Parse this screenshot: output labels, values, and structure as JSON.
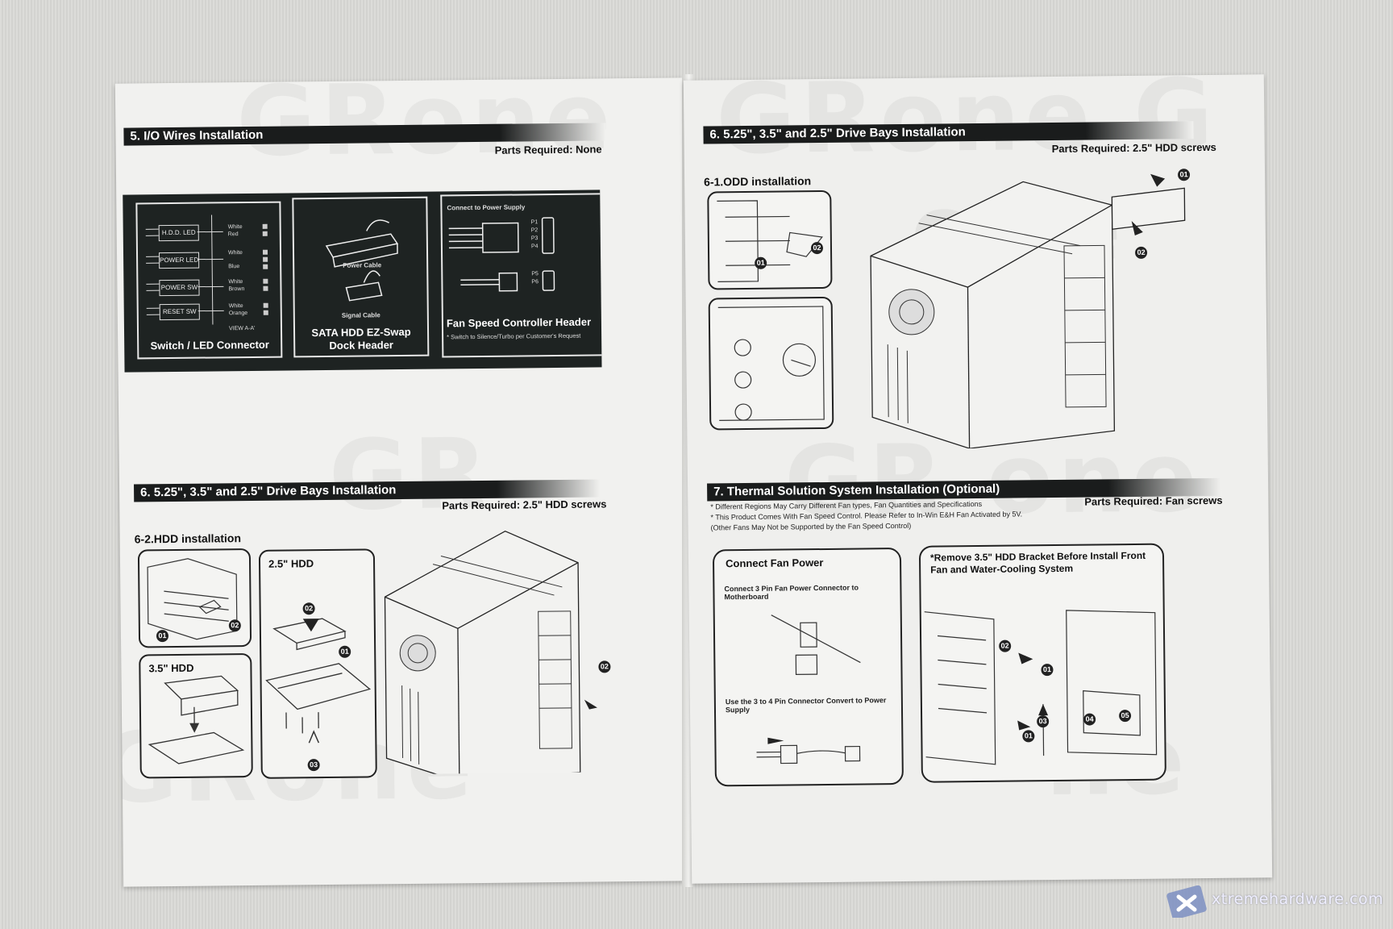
{
  "left_page": {
    "sec5": {
      "title": "5. I/O Wires Installation",
      "parts": "Parts Required: None",
      "panel1": {
        "caption": "Switch / LED Connector",
        "connectors": [
          "H.D.D. LED",
          "POWER LED",
          "POWER SW",
          "RESET SW"
        ],
        "wires": [
          [
            "White",
            "Red"
          ],
          [
            "White",
            "Blue"
          ],
          [
            "White",
            "Brown"
          ],
          [
            "White",
            "Orange"
          ]
        ],
        "view_label": "VIEW A-A'"
      },
      "panel2": {
        "caption": "SATA HDD EZ-Swap Dock Header",
        "power_cable": "Power Cable",
        "signal_cable": "Signal Cable"
      },
      "panel3": {
        "heading": "Connect to Power Supply",
        "pins_a": [
          "P1",
          "P2",
          "P3",
          "P4"
        ],
        "pins_b": [
          "P5",
          "P6"
        ],
        "caption": "Fan Speed Controller Header",
        "note": "* Switch to Silence/Turbo per Customer's Request"
      }
    },
    "sec6b": {
      "title": "6. 5.25\", 3.5\" and 2.5\" Drive Bays Installation",
      "parts": "Parts Required: 2.5\" HDD screws",
      "subtitle": "6-2.HDD installation",
      "box_25": "2.5\" HDD",
      "box_35": "3.5\" HDD",
      "nums": [
        "01",
        "02",
        "03"
      ]
    }
  },
  "right_page": {
    "sec6a": {
      "title": "6. 5.25\", 3.5\" and 2.5\" Drive Bays Installation",
      "parts": "Parts Required: 2.5\" HDD screws",
      "subtitle": "6-1.ODD installation",
      "nums": [
        "01",
        "02"
      ]
    },
    "sec7": {
      "title": "7.   Thermal Solution System Installation (Optional)",
      "parts": "Parts Required: Fan screws",
      "notes": [
        "* Different Regions May Carry Different Fan types, Fan Quantities and Specifications",
        "* This Product Comes With Fan Speed Control. Please Refer to In-Win E&H Fan Activated by 5V.",
        "  (Other Fans May Not be Supported by the Fan Speed Control)"
      ],
      "fan_power": {
        "title": "Connect Fan Power",
        "step1": "Connect 3 Pin Fan Power Connector to Motherboard",
        "step2": "Use the 3 to 4 Pin Connector Convert to Power Supply"
      },
      "bracket": {
        "title": "*Remove 3.5\" HDD Bracket Before Install Front Fan and Water-Cooling System",
        "nums": [
          "01",
          "02",
          "03",
          "04",
          "05"
        ]
      }
    }
  },
  "watermark": "xtremehardware.com"
}
